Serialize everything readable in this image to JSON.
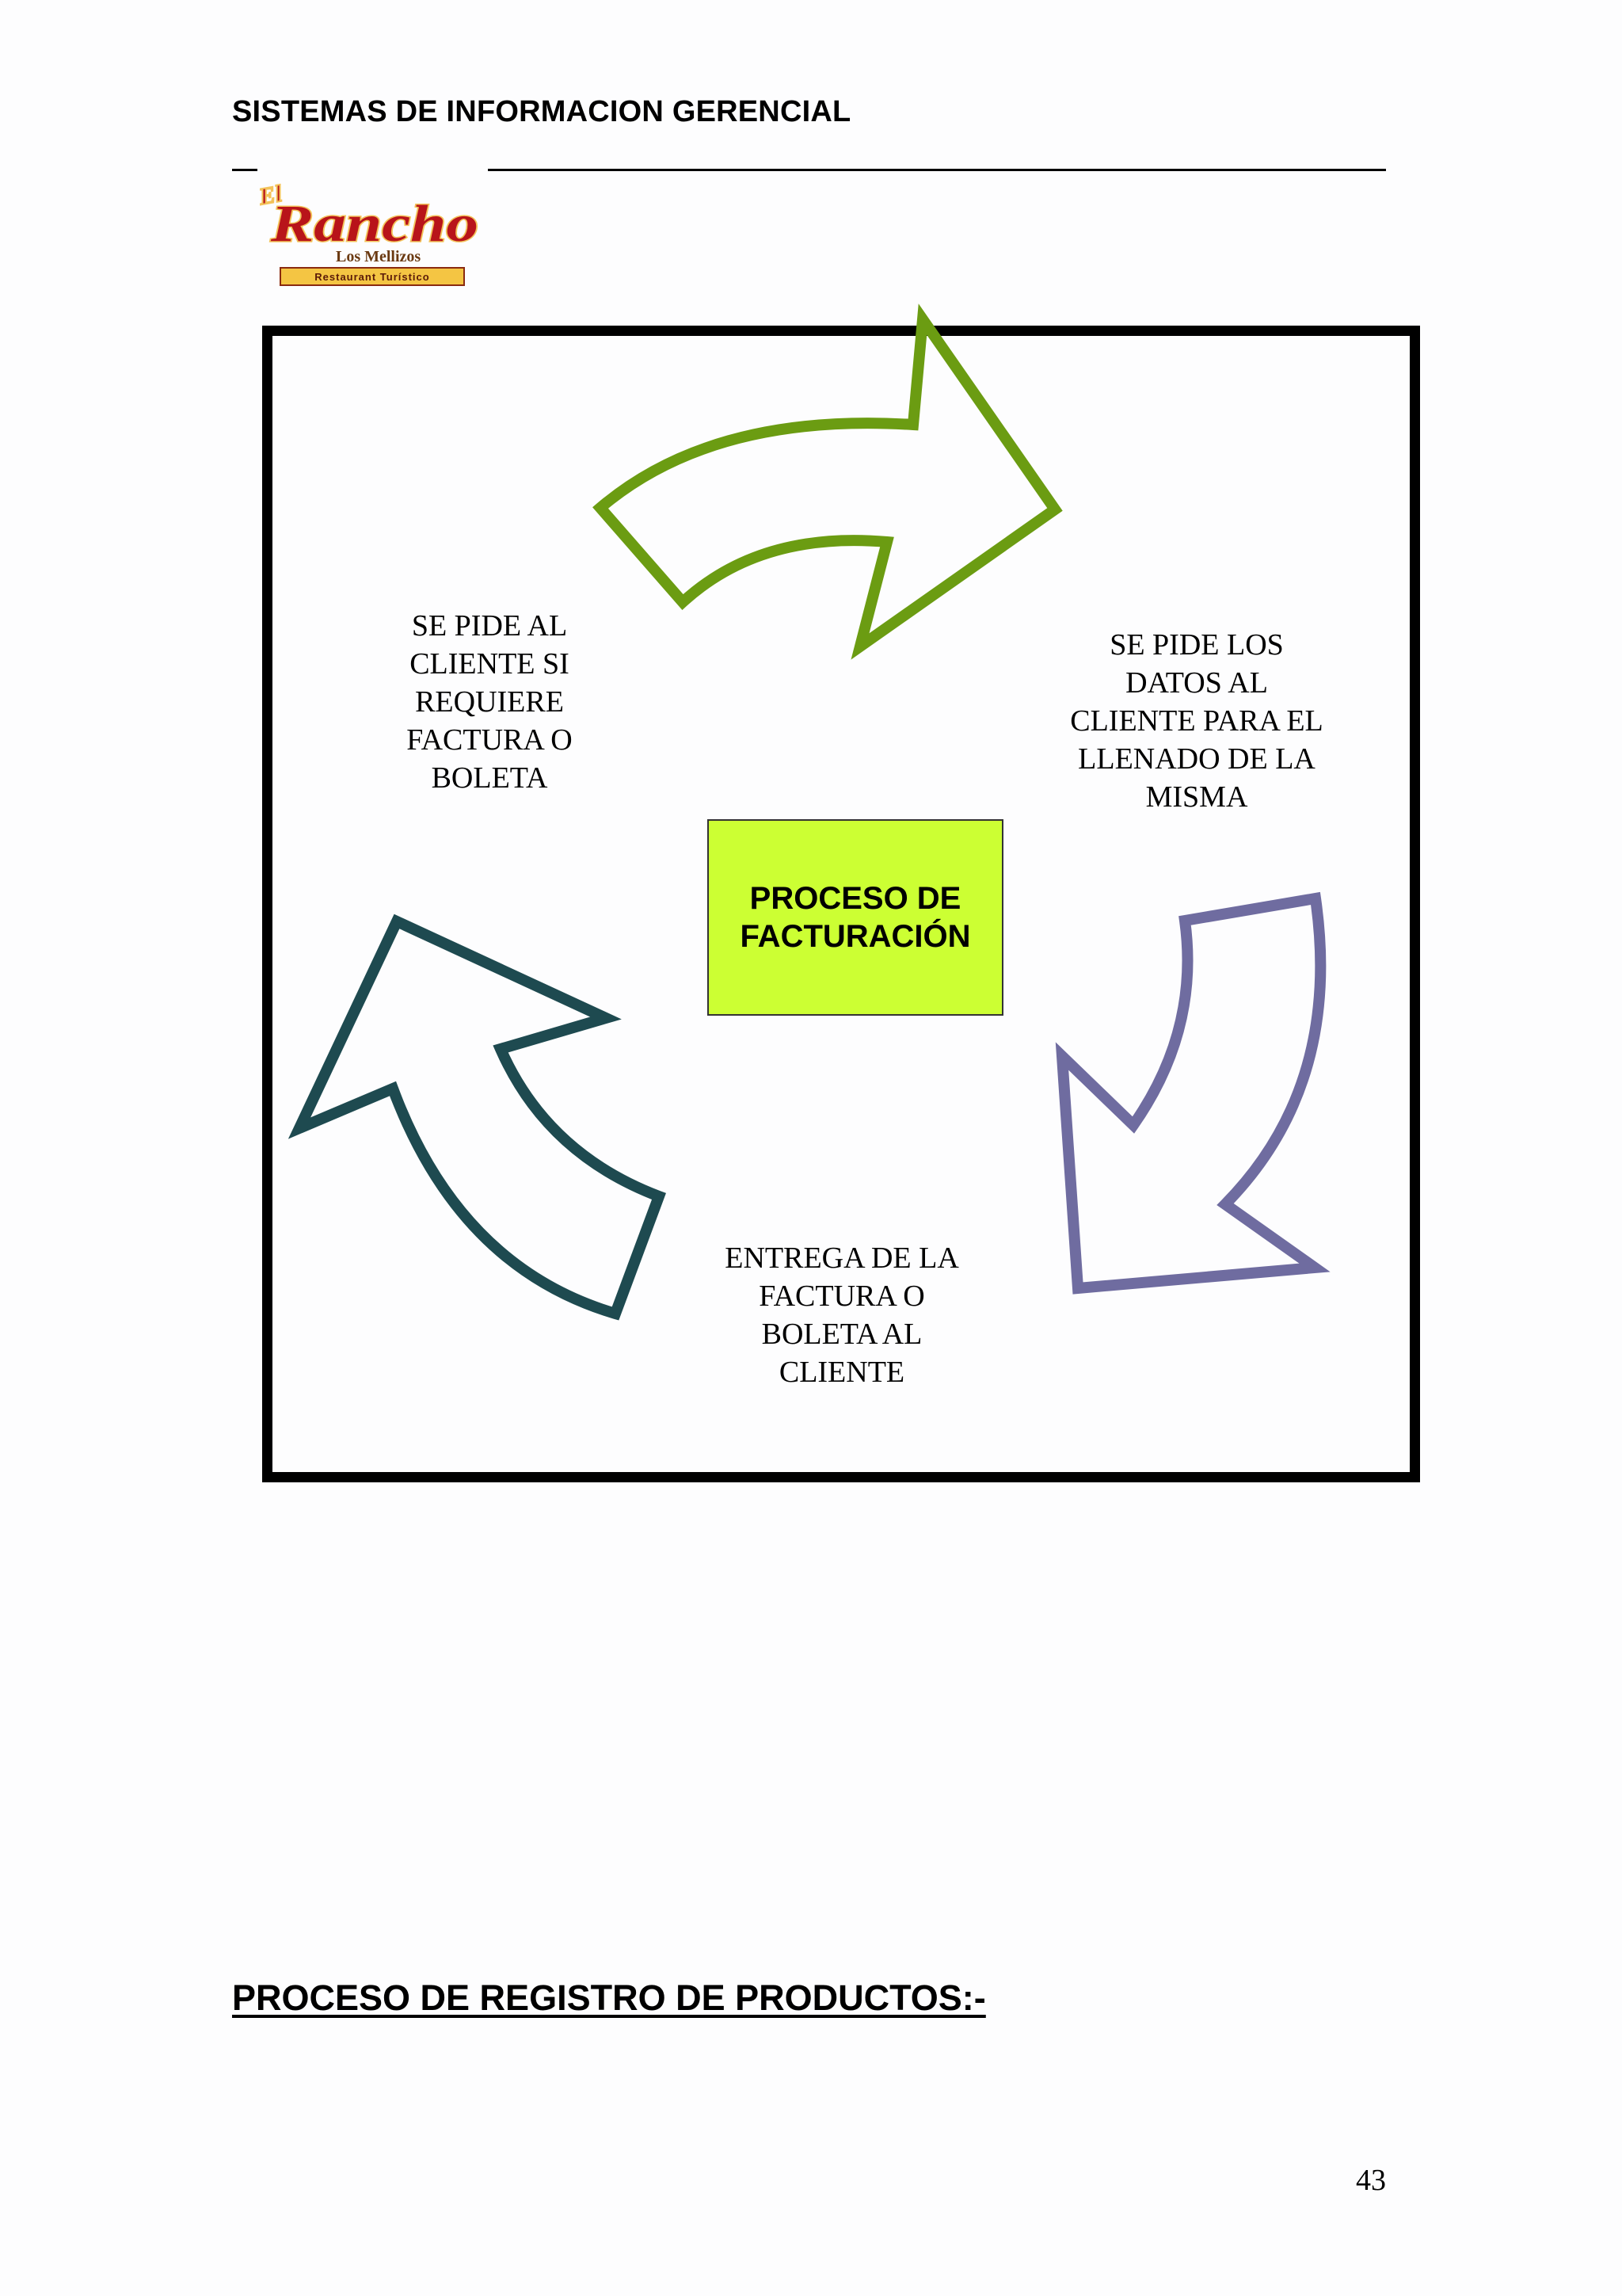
{
  "header": {
    "title": "SISTEMAS DE INFORMACION GERENCIAL"
  },
  "logo": {
    "title_small": "El",
    "title_main": "Rancho",
    "subtitle": "Los Mellizos",
    "tagline": "Restaurant Turístico"
  },
  "diagram": {
    "center_label": "PROCESO DE\nFACTURACIÓN",
    "steps": [
      {
        "label": "SE PIDE AL\nCLIENTE SI\nREQUIERE\nFACTURA O\nBOLETA"
      },
      {
        "label": "SE PIDE LOS\nDATOS AL\nCLIENTE PARA EL\nLLENADO DE LA\nMISMA"
      },
      {
        "label": "ENTREGA DE LA\nFACTURA O\nBOLETA AL\nCLIENTE"
      }
    ],
    "arrow_colors": {
      "top": "#6b9c12",
      "right": "#6f6ca0",
      "left": "#1e4a50"
    },
    "center_fill": "#ccff33"
  },
  "section": {
    "heading": "PROCESO DE REGISTRO DE PRODUCTOS:-"
  },
  "page": {
    "number": "43"
  }
}
